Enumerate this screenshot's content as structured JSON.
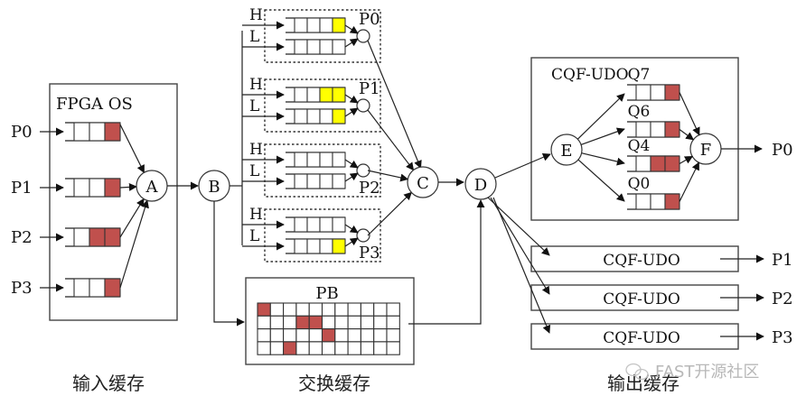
{
  "colors": {
    "occupied": "#c0504d",
    "highlight": "#ffff00",
    "empty": "#ffffff",
    "line": "#222222"
  },
  "input_buffer": {
    "title": "FPGA OS",
    "caption": "输入缓存",
    "node": "A",
    "ports": [
      {
        "label": "P0",
        "cells": [
          0,
          0,
          1
        ]
      },
      {
        "label": "P1",
        "cells": [
          0,
          0,
          1
        ]
      },
      {
        "label": "P2",
        "cells": [
          0,
          1,
          1
        ]
      },
      {
        "label": "P3",
        "cells": [
          0,
          0,
          1
        ]
      }
    ]
  },
  "switch_buffer": {
    "node_b": "B",
    "node_c": "C",
    "caption": "交换缓存",
    "priority_groups": [
      {
        "port": "P0",
        "high_label": "H",
        "low_label": "L",
        "high_cells": [
          0,
          0,
          0,
          1
        ],
        "low_cells": [
          0,
          0,
          0,
          0
        ]
      },
      {
        "port": "P1",
        "high_label": "H",
        "low_label": "L",
        "high_cells": [
          0,
          0,
          1,
          1
        ],
        "low_cells": [
          0,
          0,
          0,
          1
        ]
      },
      {
        "port": "P2",
        "high_label": "H",
        "low_label": "L",
        "high_cells": [
          0,
          0,
          0,
          0
        ],
        "low_cells": [
          0,
          0,
          0,
          0
        ]
      },
      {
        "port": "P3",
        "high_label": "H",
        "low_label": "L",
        "high_cells": [
          0,
          0,
          0,
          0
        ],
        "low_cells": [
          0,
          0,
          0,
          1
        ]
      }
    ],
    "packet_buffer": {
      "title": "PB",
      "rows": 4,
      "cols": 11,
      "occupied": [
        [
          0,
          0
        ],
        [
          1,
          3
        ],
        [
          1,
          4
        ],
        [
          2,
          5
        ],
        [
          3,
          2
        ]
      ]
    }
  },
  "output_buffer": {
    "node_d": "D",
    "caption": "输出缓存",
    "expanded": {
      "title": "CQF-UDO",
      "node_e": "E",
      "node_f": "F",
      "output_port": "P0",
      "queues": [
        {
          "label": "Q7",
          "cells": [
            0,
            0,
            1
          ]
        },
        {
          "label": "Q6",
          "cells": [
            0,
            0,
            1
          ]
        },
        {
          "label": "Q4",
          "cells": [
            0,
            1,
            1
          ]
        },
        {
          "label": "Q0",
          "cells": [
            0,
            0,
            1
          ]
        }
      ]
    },
    "collapsed": [
      {
        "title": "CQF-UDO",
        "output_port": "P1"
      },
      {
        "title": "CQF-UDO",
        "output_port": "P2"
      },
      {
        "title": "CQF-UDO",
        "output_port": "P3"
      }
    ]
  },
  "watermark": "FAST开源社区"
}
